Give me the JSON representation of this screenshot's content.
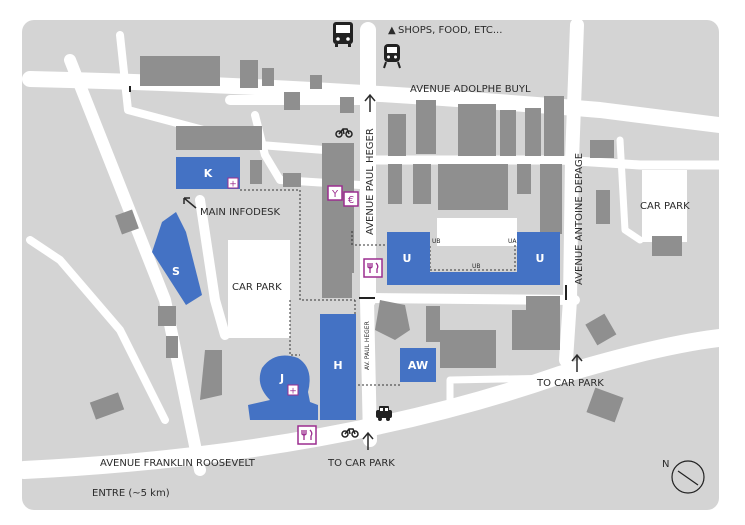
{
  "map": {
    "colors": {
      "background": "#d4d4d4",
      "road": "#ffffff",
      "building": "#8f8f8f",
      "highlight_building": "#4472c4",
      "poi": "#9b2d8f",
      "text": "#2b2b2b"
    },
    "streets": {
      "avenue_adolphe_buyl": "AVENUE ADOLPHE BUYL",
      "avenue_paul_heger": "AVENUE PAUL HEGER",
      "av_paul_heger": "AV. PAUL HEGER",
      "avenue_antoine_depage": "AVENUE ANTOINE DEPAGE",
      "avenue_franklin_roosevelt": "AVENUE FRANKLIN ROOSEVELT"
    },
    "labels": {
      "shops": "SHOPS, FOOD, ETC...",
      "shops_marker": "▲",
      "main_infodesk": "MAIN INFODESK",
      "car_park_center": "CAR PARK",
      "car_park_right": "CAR PARK",
      "to_car_park_bottom": "TO CAR PARK",
      "to_car_park_right": "TO CAR PARK",
      "centre": "ENTRE (~5 km)"
    },
    "buildings": {
      "K": "K",
      "S": "S",
      "U_left": "U",
      "U_right": "U",
      "AW": "AW",
      "H": "H",
      "J": "J"
    },
    "small_labels": {
      "ub1": "UB",
      "ua": "UA",
      "ub2": "UB"
    },
    "icons": {
      "bus": "bus-icon",
      "train": "train-icon",
      "bike": "bicycle-icon",
      "taxi": "taxi-icon",
      "restaurant": "restaurant-icon",
      "bar": "bar-icon",
      "atm": "euro-atm-icon",
      "medical": "medical-cross-icon",
      "compass": "compass-icon"
    },
    "compass": {
      "letter": "N"
    },
    "restaurant_glyph": "🍴",
    "bar_glyph": "🍷",
    "euro_glyph": "€",
    "medical_glyph": "+"
  }
}
